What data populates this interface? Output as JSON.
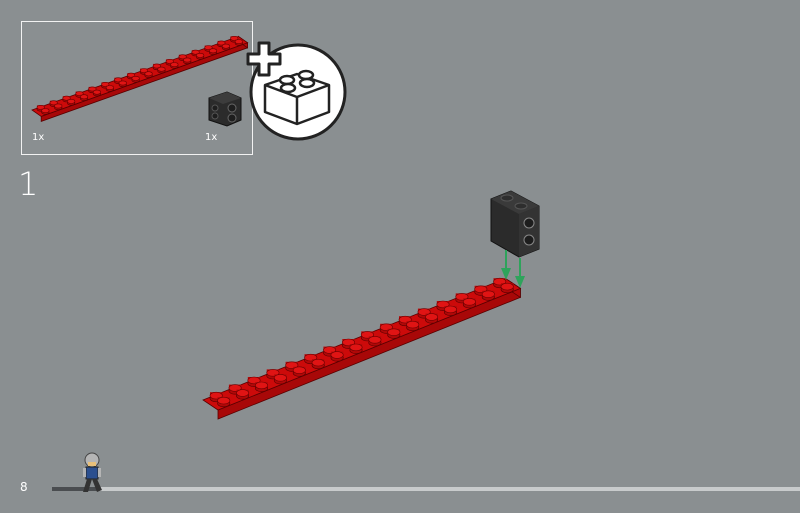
{
  "parts_list": {
    "items": [
      {
        "name": "red-plate-2x16",
        "quantity": "1x",
        "color": "#cc0a0a"
      },
      {
        "name": "black-brick-1x2-with-studs-on-side",
        "quantity": "1x",
        "color": "#2b2b2b"
      }
    ],
    "subassembly_icon": "plus-brick-2x2-icon"
  },
  "step": {
    "number": "1"
  },
  "footer": {
    "page_number": "8",
    "progress": 0.06
  },
  "colors": {
    "background": "#8a8f91",
    "brick_red": "#cc0a0a",
    "brick_black": "#2b2b2b",
    "arrow_green": "#2ea35b"
  }
}
